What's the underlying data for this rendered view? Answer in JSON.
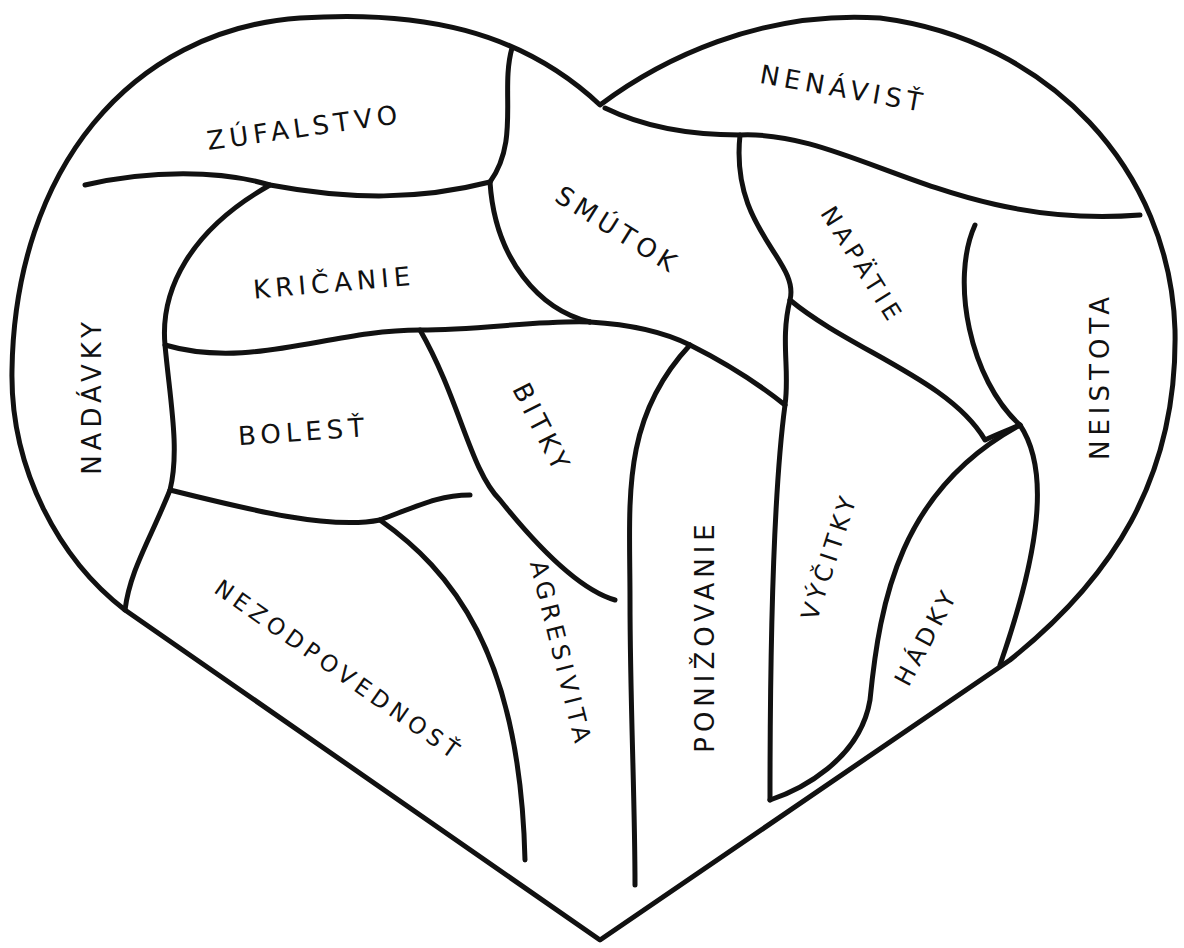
{
  "diagram": {
    "nodes": [
      {
        "text": [
          "ZÚFALSTVO"
        ]
      },
      {
        "text": [
          "SMÚTOK"
        ]
      },
      {
        "text": [
          "NENÁVISŤ"
        ]
      },
      {
        "text": [
          "NADÁVKY"
        ]
      },
      {
        "text": [
          "KRIČANIE"
        ]
      },
      {
        "text": [
          "NAPÄTIE"
        ]
      },
      {
        "text": [
          "NEISTOTA"
        ]
      },
      {
        "text": [
          "BOLESŤ"
        ]
      },
      {
        "text": [
          "BITKY"
        ]
      },
      {
        "text": [
          "PONIŽOVANIE"
        ]
      },
      {
        "text": [
          "VÝČITKY"
        ]
      },
      {
        "text": [
          "HÁDKY"
        ]
      },
      {
        "text": [
          "NEZODPOVEDNOSŤ"
        ]
      },
      {
        "text": [
          "AGRESIVITA"
        ]
      }
    ]
  }
}
